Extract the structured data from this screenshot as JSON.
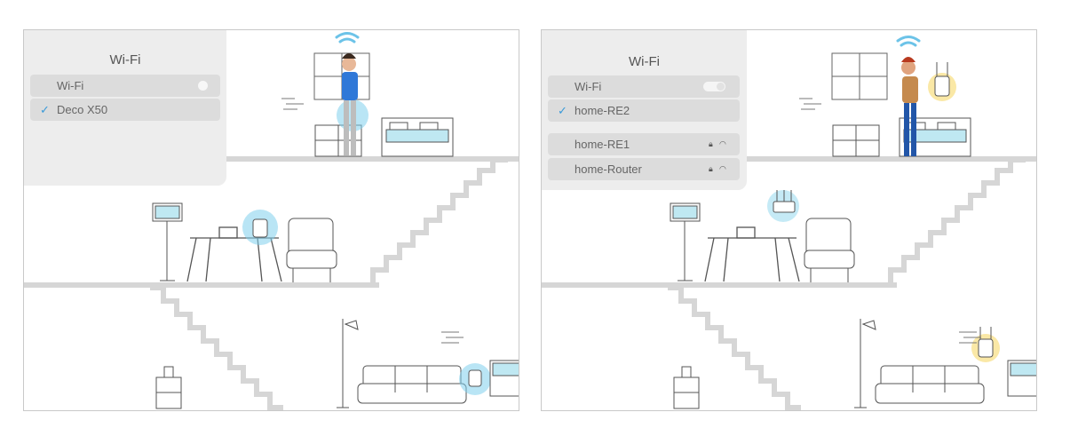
{
  "left_panel": {
    "status_bar_icon": "wifi-icon",
    "settings": {
      "title": "Wi-Fi",
      "wifi_toggle_label": "Wi-Fi",
      "connected_network": "Deco X50"
    }
  },
  "right_panel": {
    "settings": {
      "title": "Wi-Fi",
      "wifi_toggle_label": "Wi-Fi",
      "connected_network": "home-RE2",
      "other_networks": [
        {
          "name": "home-RE1",
          "icons": [
            "lock-icon",
            "wifi-icon"
          ]
        },
        {
          "name": "home-Router",
          "icons": [
            "lock-icon",
            "wifi-icon"
          ]
        }
      ]
    }
  },
  "colors": {
    "mesh_glow": "#7fd0ec",
    "extender_glow": "#f7d86a",
    "floor": "#d6d6d6",
    "person_left_shirt": "#2f78d8",
    "person_right_shirt": "#c58a4e",
    "check": "#3a9ad9"
  }
}
